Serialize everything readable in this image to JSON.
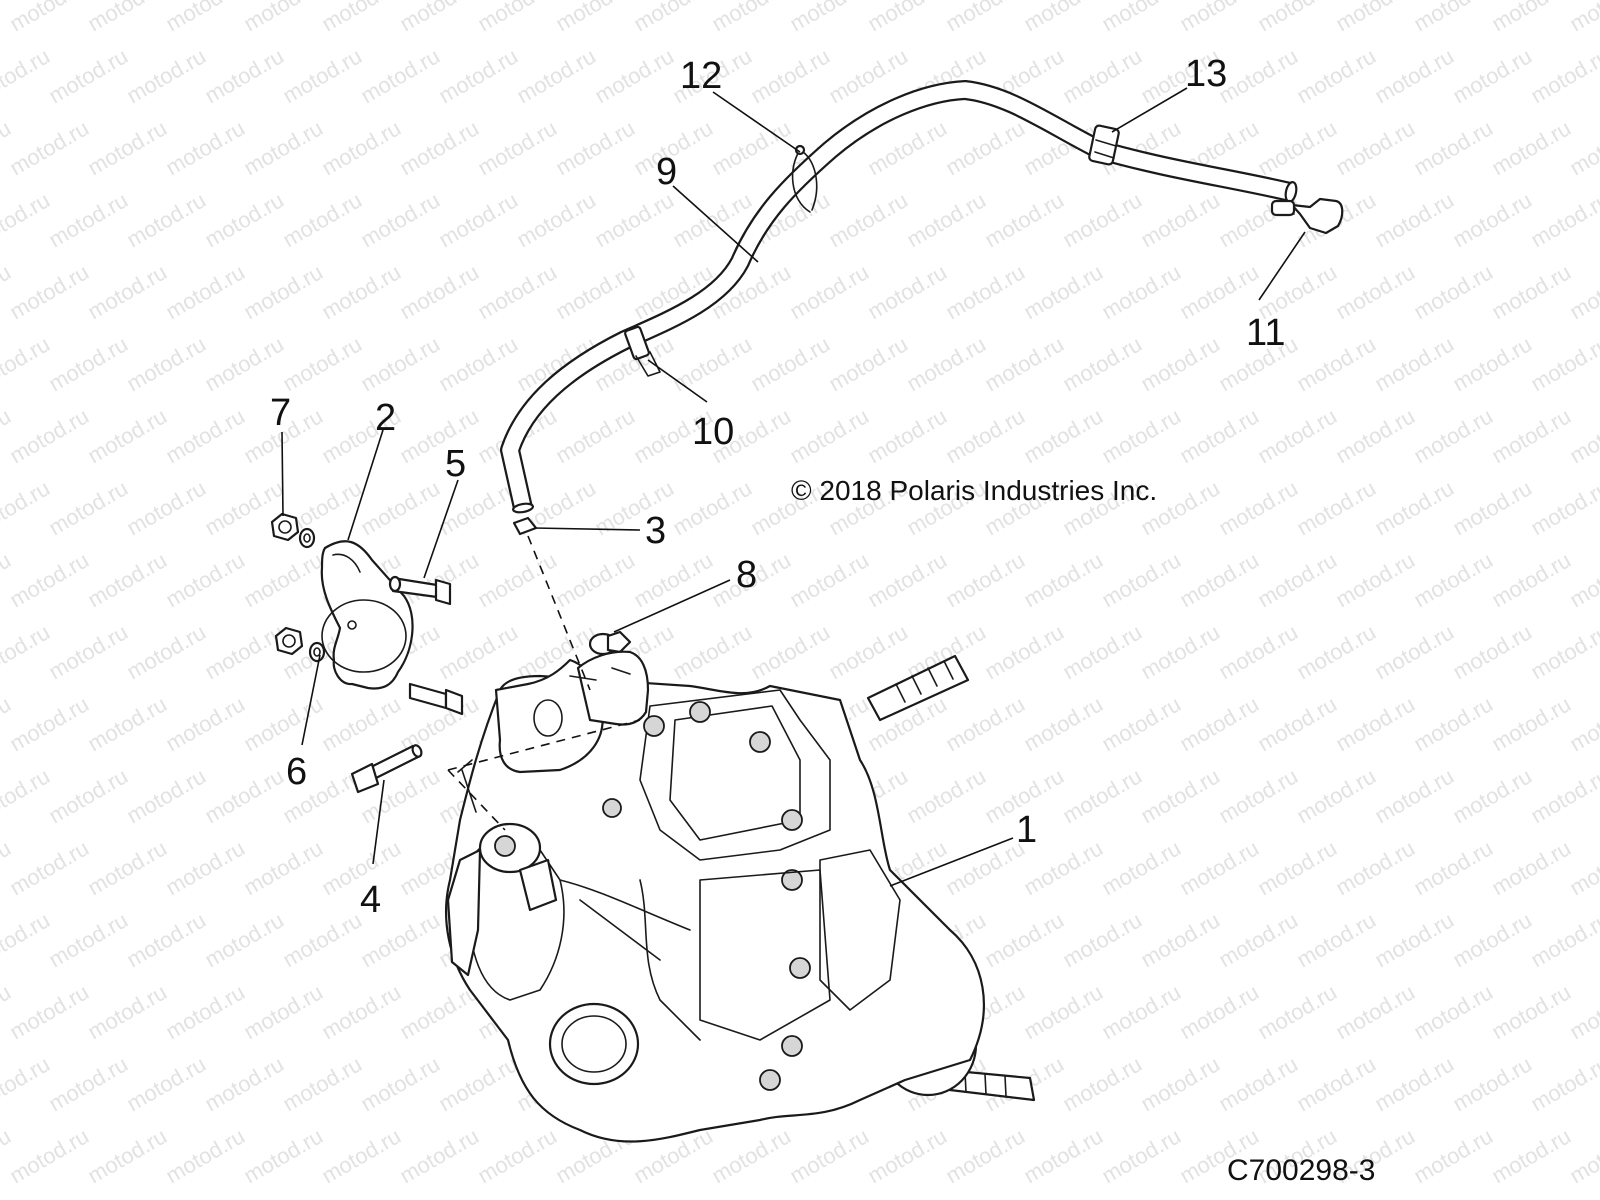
{
  "watermark": "motod.ru",
  "copyright": "© 2018 Polaris Industries Inc.",
  "diagram_code": "C700298-3",
  "callouts": [
    "1",
    "2",
    "3",
    "4",
    "5",
    "6",
    "7",
    "8",
    "9",
    "10",
    "11",
    "12",
    "13"
  ]
}
